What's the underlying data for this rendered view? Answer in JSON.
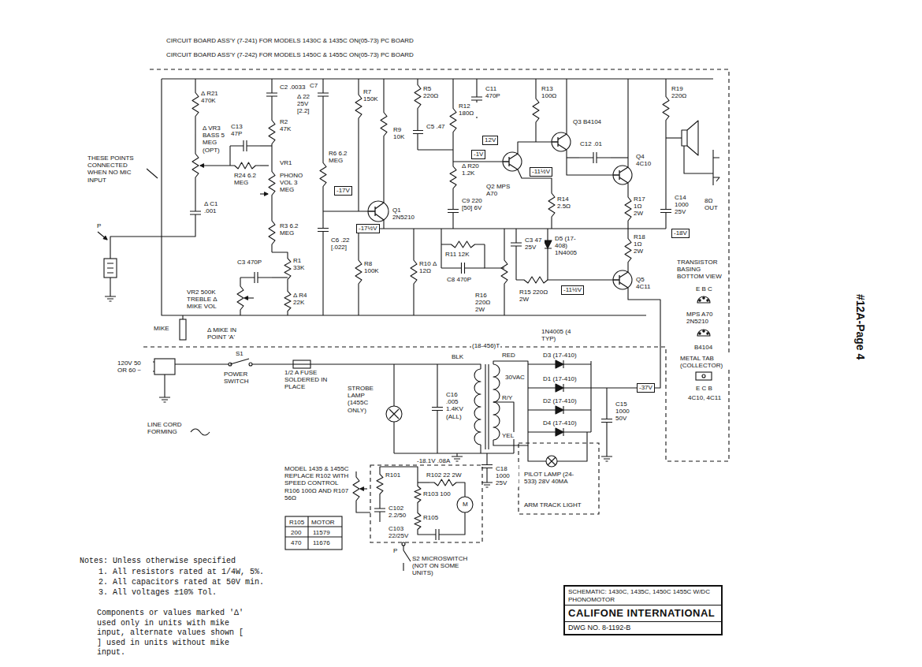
{
  "diagram": {
    "nodes": [
      {
        "text": [
          "-17V"
        ]
      },
      {
        "text": [
          "-17½V"
        ]
      },
      {
        "text": [
          "-1V"
        ]
      },
      {
        "text": [
          "12V"
        ]
      },
      {
        "text": [
          "-11½V"
        ]
      },
      {
        "text": [
          "-11½V"
        ]
      },
      {
        "text": [
          "-18V"
        ]
      },
      {
        "text": [
          "-37V"
        ]
      },
      {
        "text": [
          "SCHEMATIC: 1430C, 1435C, 1450C 1455C W/DC PHONOMOTOR",
          "CALIFONE INTERNATIONAL",
          "DWG NO. 8-1192-B"
        ]
      }
    ],
    "labels": [
      "CIRCUIT BOARD ASS'Y (7-241) FOR MODELS 1430C & 1435C ON(05-73) PC BOARD",
      "CIRCUIT BOARD ASS'Y (7-242) FOR MODELS 1450C & 1455C ON(05-73) PC BOARD",
      "Δ R21 470K",
      "Δ VR3 BASS 5 MEG (OPT)",
      "THESE POINTS CONNECTED WHEN NO MIC INPUT",
      "C2 .0033",
      "C13 47P",
      "R2 47K",
      "R24 6.2 MEG",
      "VR1",
      "PHONO VOL 3 MEG",
      "Δ C1 .001",
      "R3 6.2 MEG",
      "C7",
      "Δ 22 25V [2.2]",
      "R6 6.2 MEG",
      "C6 .22 [.022]",
      "R7 150K",
      "R9 10K",
      "Q1 2N5210",
      "R8 100K",
      "R10 Δ 12Ω",
      "R5 220Ω",
      "C5 .47",
      "R12 180Ω",
      "Δ R20 1.2K",
      "C9 220 [50] 6V",
      "R11 12K",
      "C8 470P",
      "C11 470P",
      "R13 100Ω",
      "Q3 B4104",
      "Q2 MPS A70",
      "C12 .01",
      "Q4 4C10",
      "R14 2.5Ω",
      "R17 1Ω 2W",
      "C3 47 25V",
      "D5 (17-408) 1N4005",
      "R16 220Ω 2W",
      "R15 220Ω 2W",
      "R18 1Ω 2W",
      "Q5 4C11",
      "R19 220Ω",
      "C14 1000 25V",
      "8Ω OUT",
      "TRANSISTOR BASING BOTTOM VIEW",
      "E B C",
      "MPS A70 2N5210",
      "B4104",
      "METAL TAB (COLLECTOR)",
      "E C B",
      "4C10, 4C11",
      "C3 470P",
      "VR2 500K TREBLE Δ MIKE VOL",
      "R1 33K",
      "Δ R4 22K",
      "P",
      "MIKE",
      "Δ MIKE IN POINT 'A'",
      "120V 50 OR 60 ~",
      "S1",
      "POWER SWITCH",
      "1/2 A FUSE SOLDERED IN PLACE",
      "STROBE LAMP (1455C ONLY)",
      "C16 .005 1.4KV (ALL)",
      "BLK",
      "(18-456)T",
      "RED",
      "R/Y",
      "YEL",
      "1N4005 (4 TYP)",
      "D3 (17-410)",
      "D1 (17-410)",
      "30VAC",
      "D2 (17-410)",
      "D4 (17-410)",
      "C15 1000 50V",
      "PILOT LAMP (24-533) 28V 40MA",
      "ARM TRACK LIGHT",
      "C18 1000 25V",
      "-18.1V .08A",
      "LINE CORD FORMING",
      "MODEL 1435 & 1455C REPLACE R102 WITH SPEED CONTROL R106 100Ω AND R107 56Ω",
      "R105",
      "MOTOR",
      "200",
      "11579",
      "470",
      "11676",
      "R101",
      "R102 22 2W",
      "R103 100",
      "C102 2.2/50",
      "R105",
      "M",
      "C103 22/25V",
      "P",
      "S2 MICROSWITCH (NOT ON SOME UNITS)",
      "Notes: Unless otherwise specified",
      "1. All resistors rated at 1/4W, 5%.",
      "2. All capacitors rated at 50V min.",
      "3. All voltages ±10% Tol.",
      "Components or values marked 'Δ' used only in units with mike input, alternate values shown [ ] used in units without mike input.",
      "#12A-Page 4"
    ]
  }
}
